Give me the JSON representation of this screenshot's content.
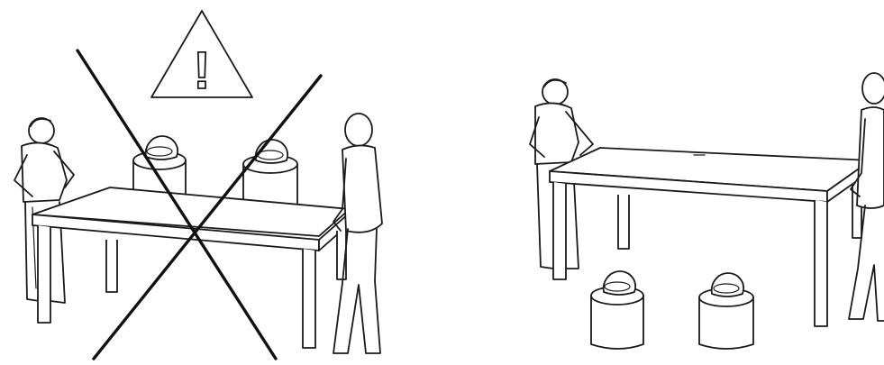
{
  "figure": {
    "panels": [
      {
        "id": "incorrect",
        "shows": "table-carried-with-weights-on-top",
        "crossed_out": true,
        "warning_symbol": true
      },
      {
        "id": "correct",
        "shows": "table-carried-weights-on-floor",
        "crossed_out": false,
        "warning_symbol": false
      }
    ],
    "icons": {
      "warning": "warning-triangle-icon",
      "prohibited": "cross-out-mark"
    },
    "colors": {
      "line": "#1a1a1a",
      "background": "#ffffff"
    },
    "warning_glyph": "!"
  }
}
